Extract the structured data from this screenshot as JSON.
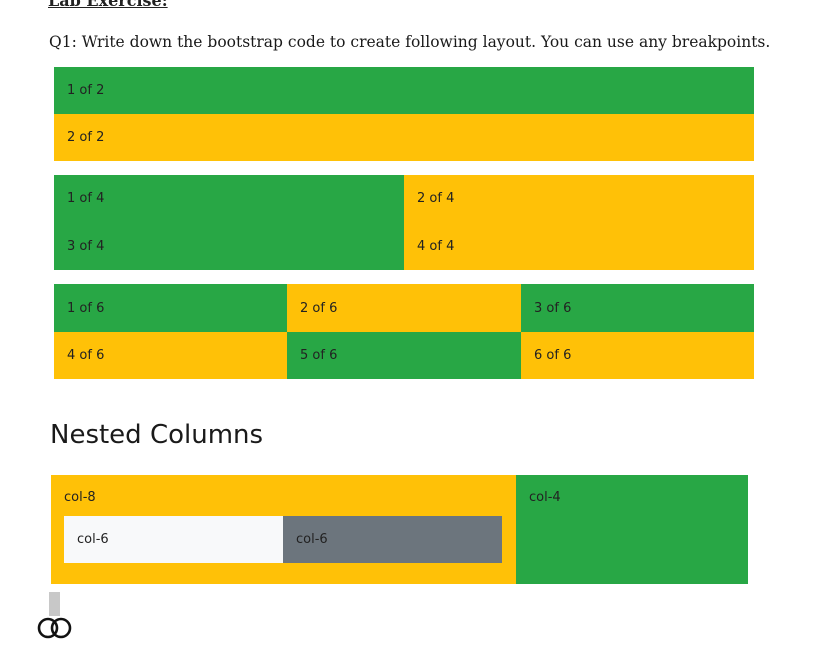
{
  "heading_cut": "Lab Exercise:",
  "question": "Q1: Write down the bootstrap code to create following layout. You can use any breakpoints.",
  "grid1": [
    "1 of 2",
    "2 of 2"
  ],
  "grid2": [
    "1 of 4",
    "2 of 4",
    "3 of 4",
    "4 of 4"
  ],
  "grid3": [
    "1 of 6",
    "2 of 6",
    "3 of 6",
    "4 of 6",
    "5 of 6",
    "6 of 6"
  ],
  "nested": {
    "title": "Nested Columns",
    "outer_left": "col-8",
    "inner_left": "col-6",
    "inner_right": "col-6",
    "outer_right": "col-4"
  },
  "colors": {
    "green": "#28a745",
    "yellow": "#ffc107",
    "light": "#f8f9fa",
    "grey": "#6c757d"
  },
  "icons": [
    "paragraph-anchor-icon",
    "linked-rings-icon"
  ]
}
